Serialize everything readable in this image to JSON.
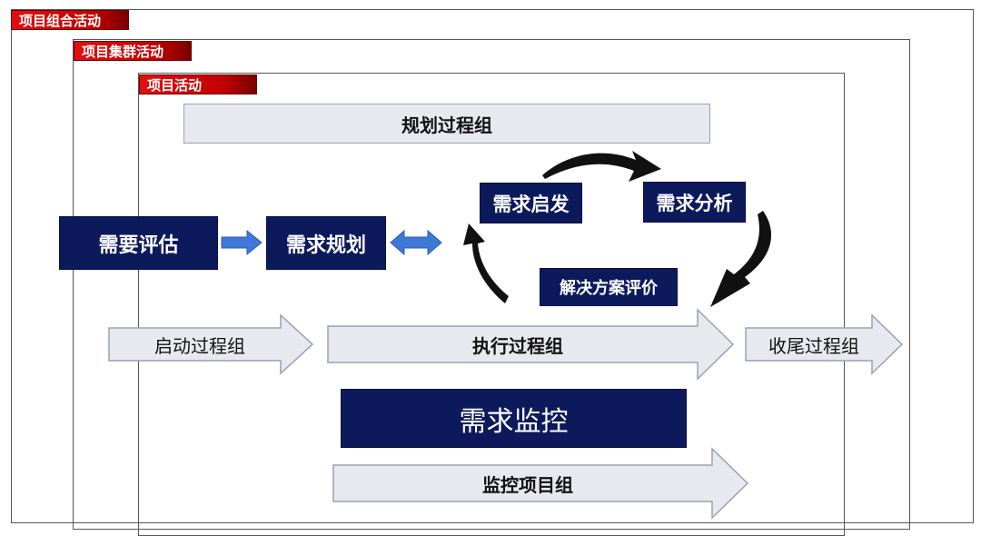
{
  "frames": {
    "portfolio_label": "项目组合活动",
    "program_label": "项目集群活动",
    "project_label": "项目活动"
  },
  "boxes": {
    "planning_group": "规划过程组",
    "needs_assessment": "需要评估",
    "requirements_planning": "需求规划",
    "requirements_elicitation": "需求启发",
    "requirements_analysis": "需求分析",
    "solution_evaluation": "解决方案评价",
    "requirements_monitoring": "需求监控"
  },
  "arrows": {
    "initiating_group": "启动过程组",
    "executing_group": "执行过程组",
    "closing_group": "收尾过程组",
    "monitoring_group": "监控项目组"
  },
  "colors": {
    "navy": "#0c1a5c",
    "label_red": "#d40000",
    "grey_fill": "#e8e9ee",
    "blue_arrow": "#3f78d8"
  }
}
